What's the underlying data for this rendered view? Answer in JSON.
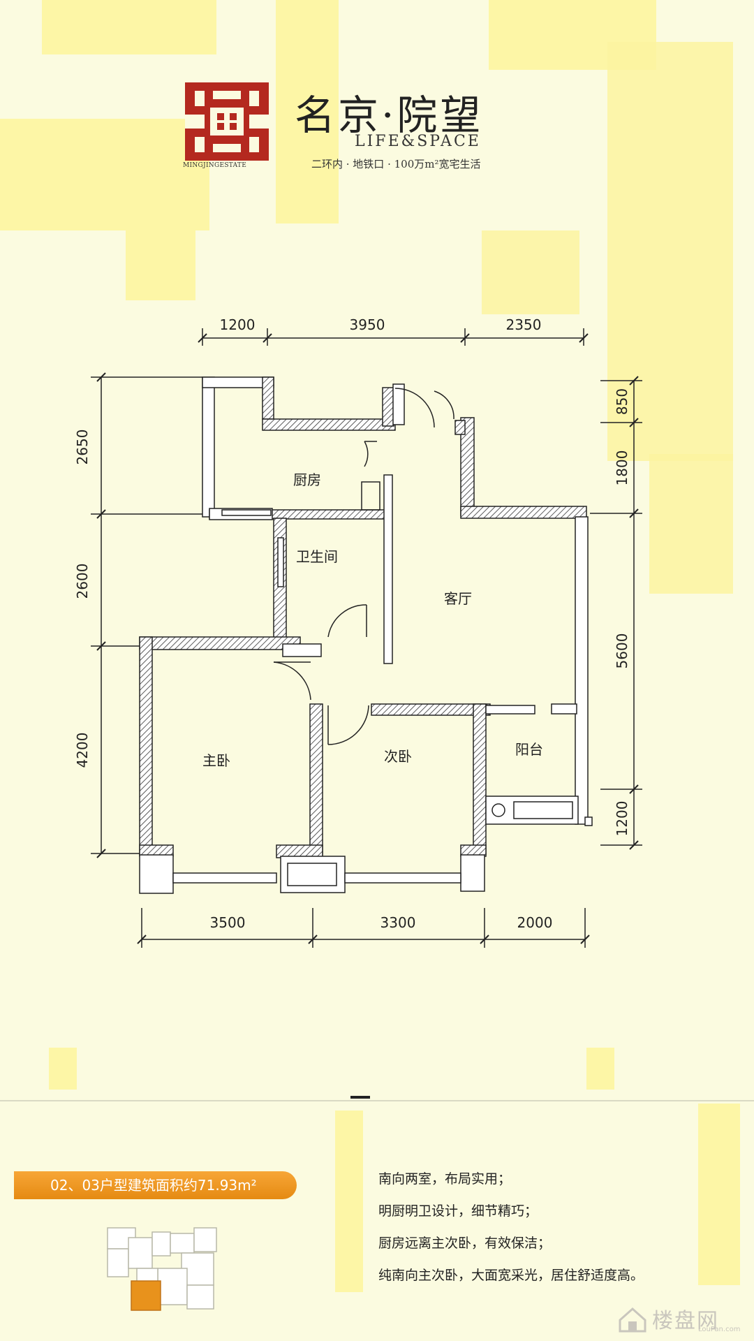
{
  "brand": {
    "logo_text": "MINGJINGESTATE",
    "title": "名京·院望",
    "subtitle": "LIFE&SPACE",
    "tagline": "二环内 · 地铁口 · 100万m²宽宅生活"
  },
  "plan": {
    "top_dims": [
      "1200",
      "3950",
      "2350"
    ],
    "bottom_dims": [
      "3500",
      "3300",
      "2000"
    ],
    "left_dims": [
      "2650",
      "2600",
      "4200"
    ],
    "right_dims": [
      "850",
      "1800",
      "5600",
      "1200"
    ],
    "rooms": {
      "kitchen": "厨房",
      "bathroom": "卫生间",
      "living": "客厅",
      "master": "主卧",
      "second": "次卧",
      "balcony": "阳台"
    }
  },
  "info": {
    "area_label": "02、03户型建筑面积约71.93m²",
    "features": [
      "南向两室，布局实用；",
      "明厨明卫设计，细节精巧；",
      "厨房远离主次卧，有效保洁；",
      "纯南向主次卧，大面宽采光，居住舒适度高。"
    ]
  },
  "watermark": {
    "text": "楼盘网",
    "sub": "LouPan.com"
  },
  "colors": {
    "background": "#fbfbe0",
    "stripe": "#fdf6a6",
    "accent": "#f0991f",
    "key_unit": "#e8921c"
  }
}
